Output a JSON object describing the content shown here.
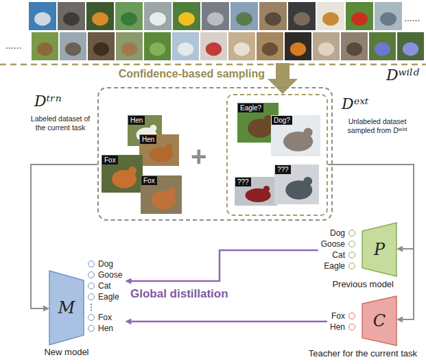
{
  "diagram": {
    "nodes": [
      {
        "text": [
          "Dʷⁱˡᵈ"
        ]
      },
      {
        "text": [
          "Dᵗʳⁿ",
          "Labeled dataset of the current task"
        ]
      },
      {
        "text": [
          "Hen"
        ],
        "in": 1
      },
      {
        "text": [
          "Hen"
        ],
        "in": 1
      },
      {
        "text": [
          "Fox"
        ],
        "in": 1
      },
      {
        "text": [
          "Fox"
        ],
        "in": 1
      },
      {
        "text": [
          "Dᵉˣᵗ",
          "Unlabeled dataset sampled from Dʷⁱˡᵈ"
        ],
        "in": 1
      },
      {
        "text": [
          "Eagle?"
        ],
        "in": 6
      },
      {
        "text": [
          "Dog?"
        ],
        "in": 6
      },
      {
        "text": [
          "???"
        ],
        "in": 6
      },
      {
        "text": [
          "???"
        ],
        "in": 6
      },
      {
        "text": [
          "Dog",
          "Goose",
          "Cat",
          "Eagle"
        ]
      },
      {
        "text": [
          "P",
          "Previous model"
        ]
      },
      {
        "text": [
          "M",
          "New model"
        ]
      },
      {
        "text": [
          "Dog",
          "Goose",
          "Cat",
          "Eagle",
          "Fox",
          "Hen"
        ]
      },
      {
        "text": [
          "Fox",
          "Hen"
        ]
      },
      {
        "text": [
          "C",
          "Teacher for the current task"
        ]
      }
    ],
    "edges": [
      {
        "from": 0,
        "to": 6,
        "label": "Confidence-based sampling",
        "arrow": "to"
      },
      {
        "from": 1,
        "to": 13,
        "arrow": "to"
      },
      {
        "from": 6,
        "to": 12,
        "arrow": "to"
      },
      {
        "from": 6,
        "to": 16,
        "arrow": "to"
      },
      {
        "from": 11,
        "to": 14,
        "arrow": "to"
      },
      {
        "from": 15,
        "to": 14,
        "arrow": "to"
      }
    ],
    "labels": [
      "......",
      "......",
      "+",
      "Global distillation"
    ]
  }
}
